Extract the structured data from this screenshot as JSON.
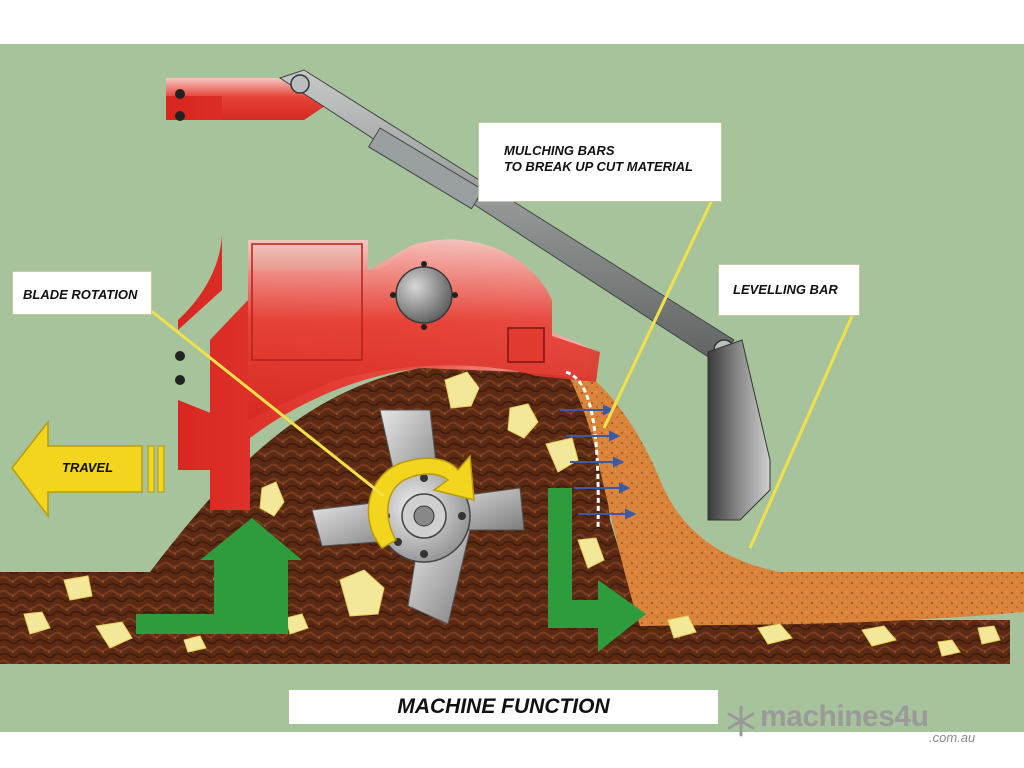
{
  "labels": {
    "blade_rotation": "BLADE ROTATION",
    "mulching_line1": "MULCHING BARS",
    "mulching_line2": "TO BREAK UP CUT MATERIAL",
    "levelling_bar": "LEVELLING BAR",
    "travel": "TRAVEL"
  },
  "title": "MACHINE FUNCTION",
  "watermark": {
    "brand": "machines4u",
    "domain": ".com.au"
  },
  "colors": {
    "background": "#a7c39b",
    "machine_red": "#e0332b",
    "soil_brown": "#5a2a14",
    "mulch_orange": "#d9843a",
    "arrow_yellow": "#f2d51c",
    "arrow_green": "#2e9b3c",
    "arm_grey": "#8b8f8f"
  }
}
